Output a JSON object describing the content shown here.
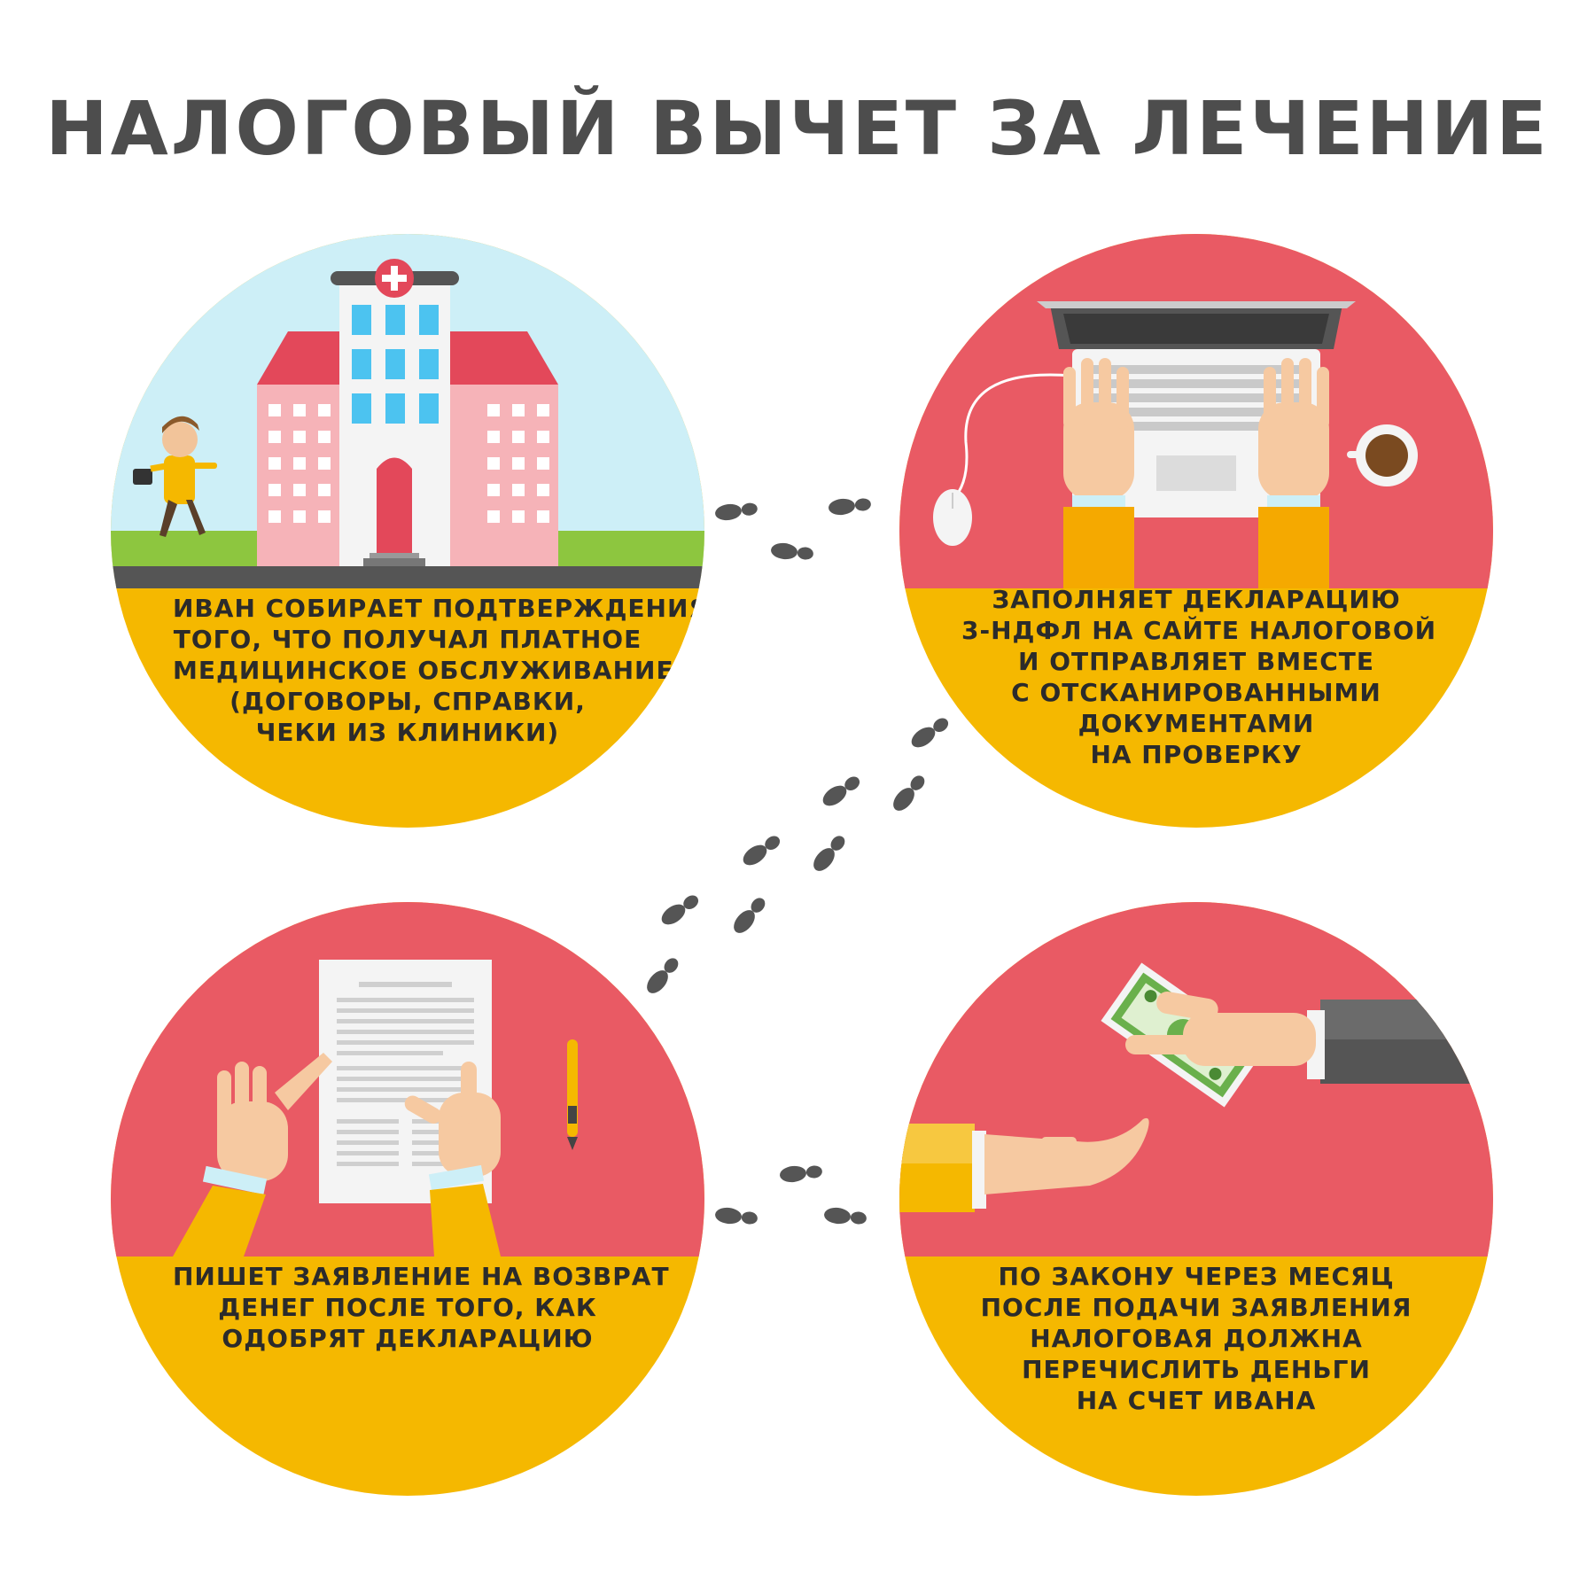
{
  "title": "НАЛОГОВЫЙ ВЫЧЕТ ЗА ЛЕЧЕНИЕ",
  "colors": {
    "ring": "#f5b800",
    "scene_red": "#e95a64",
    "title_gray": "#4d4d4d",
    "footprint": "#555555"
  },
  "steps": [
    {
      "icon": "hospital-icon",
      "caption": [
        "ИВАН СОБИРАЕТ ПОДТВЕРЖДЕНИЯ",
        "ТОГО, ЧТО ПОЛУЧАЛ ПЛАТНОЕ",
        "МЕДИЦИНСКОЕ ОБСЛУЖИВАНИЕ",
        "(ДОГОВОРЫ, СПРАВКИ,",
        "ЧЕКИ ИЗ КЛИНИКИ)"
      ]
    },
    {
      "icon": "laptop-icon",
      "caption": [
        "ЗАПОЛНЯЕТ ДЕКЛАРАЦИЮ",
        "3-НДФЛ НА САЙТЕ НАЛОГОВОЙ",
        "И ОТПРАВЛЯЕТ ВМЕСТЕ",
        "С ОТСКАНИРОВАННЫМИ",
        "ДОКУМЕНТАМИ",
        "НА ПРОВЕРКУ"
      ]
    },
    {
      "icon": "document-icon",
      "caption": [
        "ПИШЕТ ЗАЯВЛЕНИЕ НА ВОЗВРАТ",
        "ДЕНЕГ ПОСЛЕ ТОГО, КАК",
        "ОДОБРЯТ ДЕКЛАРАЦИЮ"
      ]
    },
    {
      "icon": "money-icon",
      "caption": [
        "ПО ЗАКОНУ ЧЕРЕЗ МЕСЯЦ",
        "ПОСЛЕ ПОДАЧИ ЗАЯВЛЕНИЯ",
        "НАЛОГОВАЯ ДОЛЖНА",
        "ПЕРЕЧИСЛИТЬ ДЕНЬГИ",
        "НА СЧЕТ ИВАНА"
      ]
    }
  ]
}
